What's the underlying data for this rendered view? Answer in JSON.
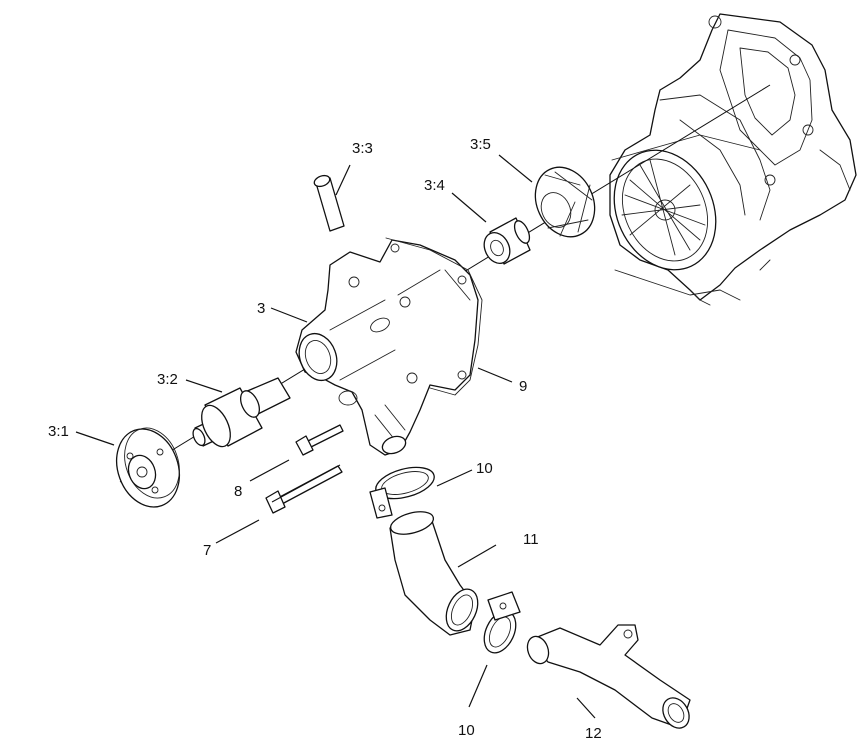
{
  "callouts": {
    "c31": "3:1",
    "c32": "3:2",
    "c33": "3:3",
    "c34": "3:4",
    "c35": "3:5",
    "c3": "3",
    "c7": "7",
    "c8": "8",
    "c9": "9",
    "c10a": "10",
    "c10b": "10",
    "c11": "11",
    "c12": "12"
  }
}
